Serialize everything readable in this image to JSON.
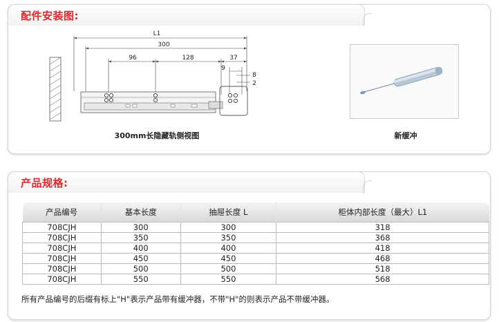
{
  "install": {
    "title": "配件安装图:",
    "caption_drawing": "300mm长隐藏轨侧视图",
    "caption_photo": "新缓冲",
    "dimensions": {
      "L1": "L1",
      "d300": "300",
      "d96": "96",
      "d128": "128",
      "d37": "37",
      "d9": "9",
      "d8": "8",
      "d2": "2"
    }
  },
  "spec": {
    "title": "产品规格:",
    "headers": [
      "产品编号",
      "基本长度",
      "抽屉长度 L",
      "柜体内部长度（最大）L1"
    ],
    "rows": [
      [
        "708CJH",
        "300",
        "300",
        "318"
      ],
      [
        "708CJH",
        "350",
        "350",
        "368"
      ],
      [
        "708CJH",
        "400",
        "400",
        "418"
      ],
      [
        "708CJH",
        "450",
        "450",
        "468"
      ],
      [
        "708CJH",
        "500",
        "500",
        "518"
      ],
      [
        "708CJH",
        "550",
        "550",
        "568"
      ]
    ],
    "note": "所有产品编号的后缀有标上\"H\"表示产品带有缓冲器，不带\"H\"的则表示产品不带缓冲器。"
  },
  "colors": {
    "title_red": "#e0292b",
    "border": "#d6d6d6"
  }
}
